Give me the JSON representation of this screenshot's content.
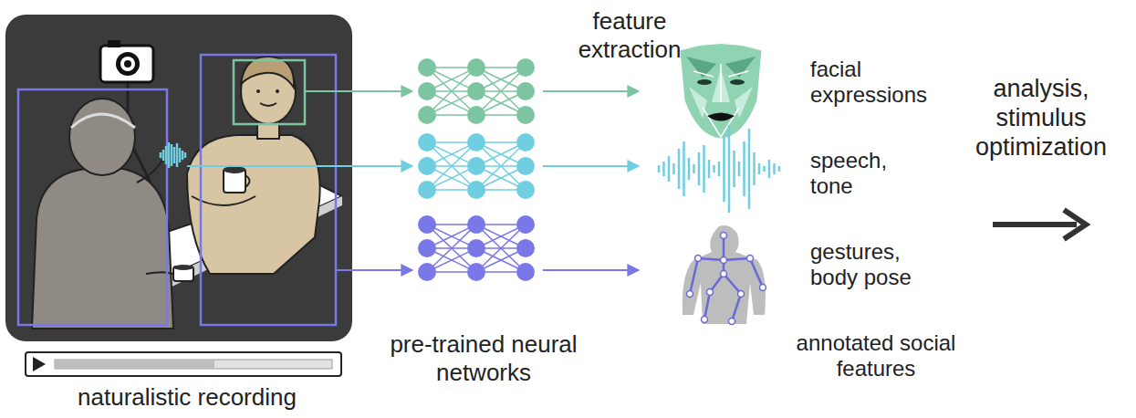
{
  "diagram": {
    "labels": [
      "feature extraction",
      "facial expressions",
      "speech, tone",
      "gestures, body pose",
      "analysis, stimulus optimization",
      "pre-trained neural networks",
      "annotated social features",
      "naturalistic recording"
    ]
  }
}
